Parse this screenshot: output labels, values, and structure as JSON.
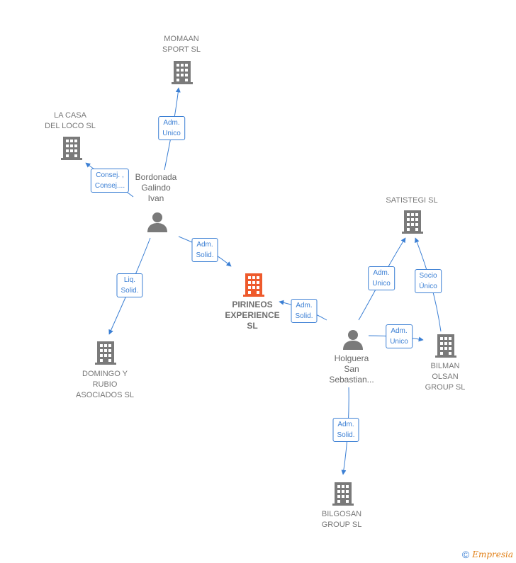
{
  "colors": {
    "edge": "#3b7fd4",
    "node_gray": "#7a7a7a",
    "node_highlight": "#ee5a2c"
  },
  "nodes": {
    "momaan": {
      "label": "MOMAAN\nSPORT SL",
      "icon": "building-icon"
    },
    "la_casa": {
      "label": "LA CASA\nDEL LOCO SL",
      "icon": "building-icon"
    },
    "bordonada": {
      "label": "Bordonada\nGalindo\nIvan",
      "icon": "person-icon"
    },
    "pirineos": {
      "label": "PIRINEOS\nEXPERIENCE\nSL",
      "icon": "building-icon"
    },
    "domingo": {
      "label": "DOMINGO Y\nRUBIO\nASOCIADOS SL",
      "icon": "building-icon"
    },
    "satistegi": {
      "label": "SATISTEGI SL",
      "icon": "building-icon"
    },
    "holguera": {
      "label": "Holguera\nSan\nSebastian...",
      "icon": "person-icon"
    },
    "bilman": {
      "label": "BILMAN\nOLSAN\nGROUP SL",
      "icon": "building-icon"
    },
    "bilgosan": {
      "label": "BILGOSAN\nGROUP SL",
      "icon": "building-icon"
    }
  },
  "edges": {
    "bordonada_momaan": {
      "line1": "Adm.",
      "line2": "Unico"
    },
    "bordonada_lacasa": {
      "line1": "Consej. ,",
      "line2": "Consej...."
    },
    "bordonada_pirineos": {
      "line1": "Adm.",
      "line2": "Solid."
    },
    "bordonada_domingo": {
      "line1": "Liq.",
      "line2": "Solid."
    },
    "holguera_pirineos": {
      "line1": "Adm.",
      "line2": "Solid."
    },
    "holguera_satistegi": {
      "line1": "Adm.",
      "line2": "Unico"
    },
    "bilman_satistegi": {
      "line1": "Socio",
      "line2": "Único"
    },
    "holguera_bilman": {
      "line1": "Adm.",
      "line2": "Unico"
    },
    "holguera_bilgosan": {
      "line1": "Adm.",
      "line2": "Solid."
    }
  },
  "footer": {
    "copyright": "©",
    "brand": "Empresia"
  }
}
